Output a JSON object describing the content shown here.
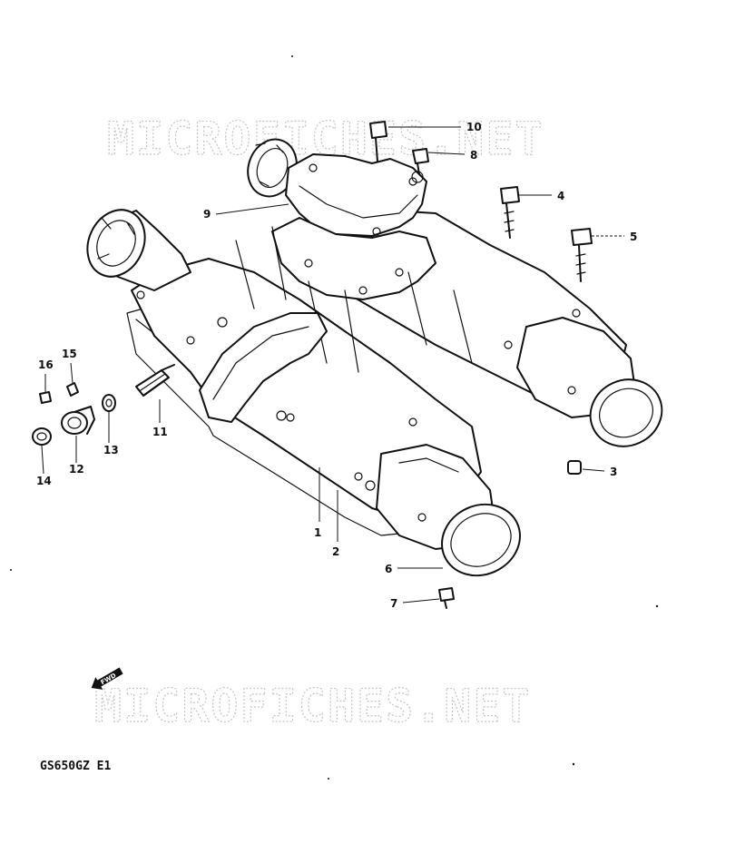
{
  "watermark": {
    "top": "MICROFICHES.NET",
    "bottom": "MICROFICHES.NET"
  },
  "model_code": "GS650GZ E1",
  "forward_badge": "FWD",
  "callouts": [
    {
      "id": "1",
      "label": "1"
    },
    {
      "id": "2",
      "label": "2"
    },
    {
      "id": "3",
      "label": "3"
    },
    {
      "id": "4",
      "label": "4"
    },
    {
      "id": "5",
      "label": "5"
    },
    {
      "id": "6",
      "label": "6"
    },
    {
      "id": "7",
      "label": "7"
    },
    {
      "id": "8",
      "label": "8"
    },
    {
      "id": "9",
      "label": "9"
    },
    {
      "id": "10",
      "label": "10"
    },
    {
      "id": "11",
      "label": "11"
    },
    {
      "id": "12",
      "label": "12"
    },
    {
      "id": "13",
      "label": "13"
    },
    {
      "id": "14",
      "label": "14"
    },
    {
      "id": "15",
      "label": "15"
    },
    {
      "id": "16",
      "label": "16"
    }
  ]
}
